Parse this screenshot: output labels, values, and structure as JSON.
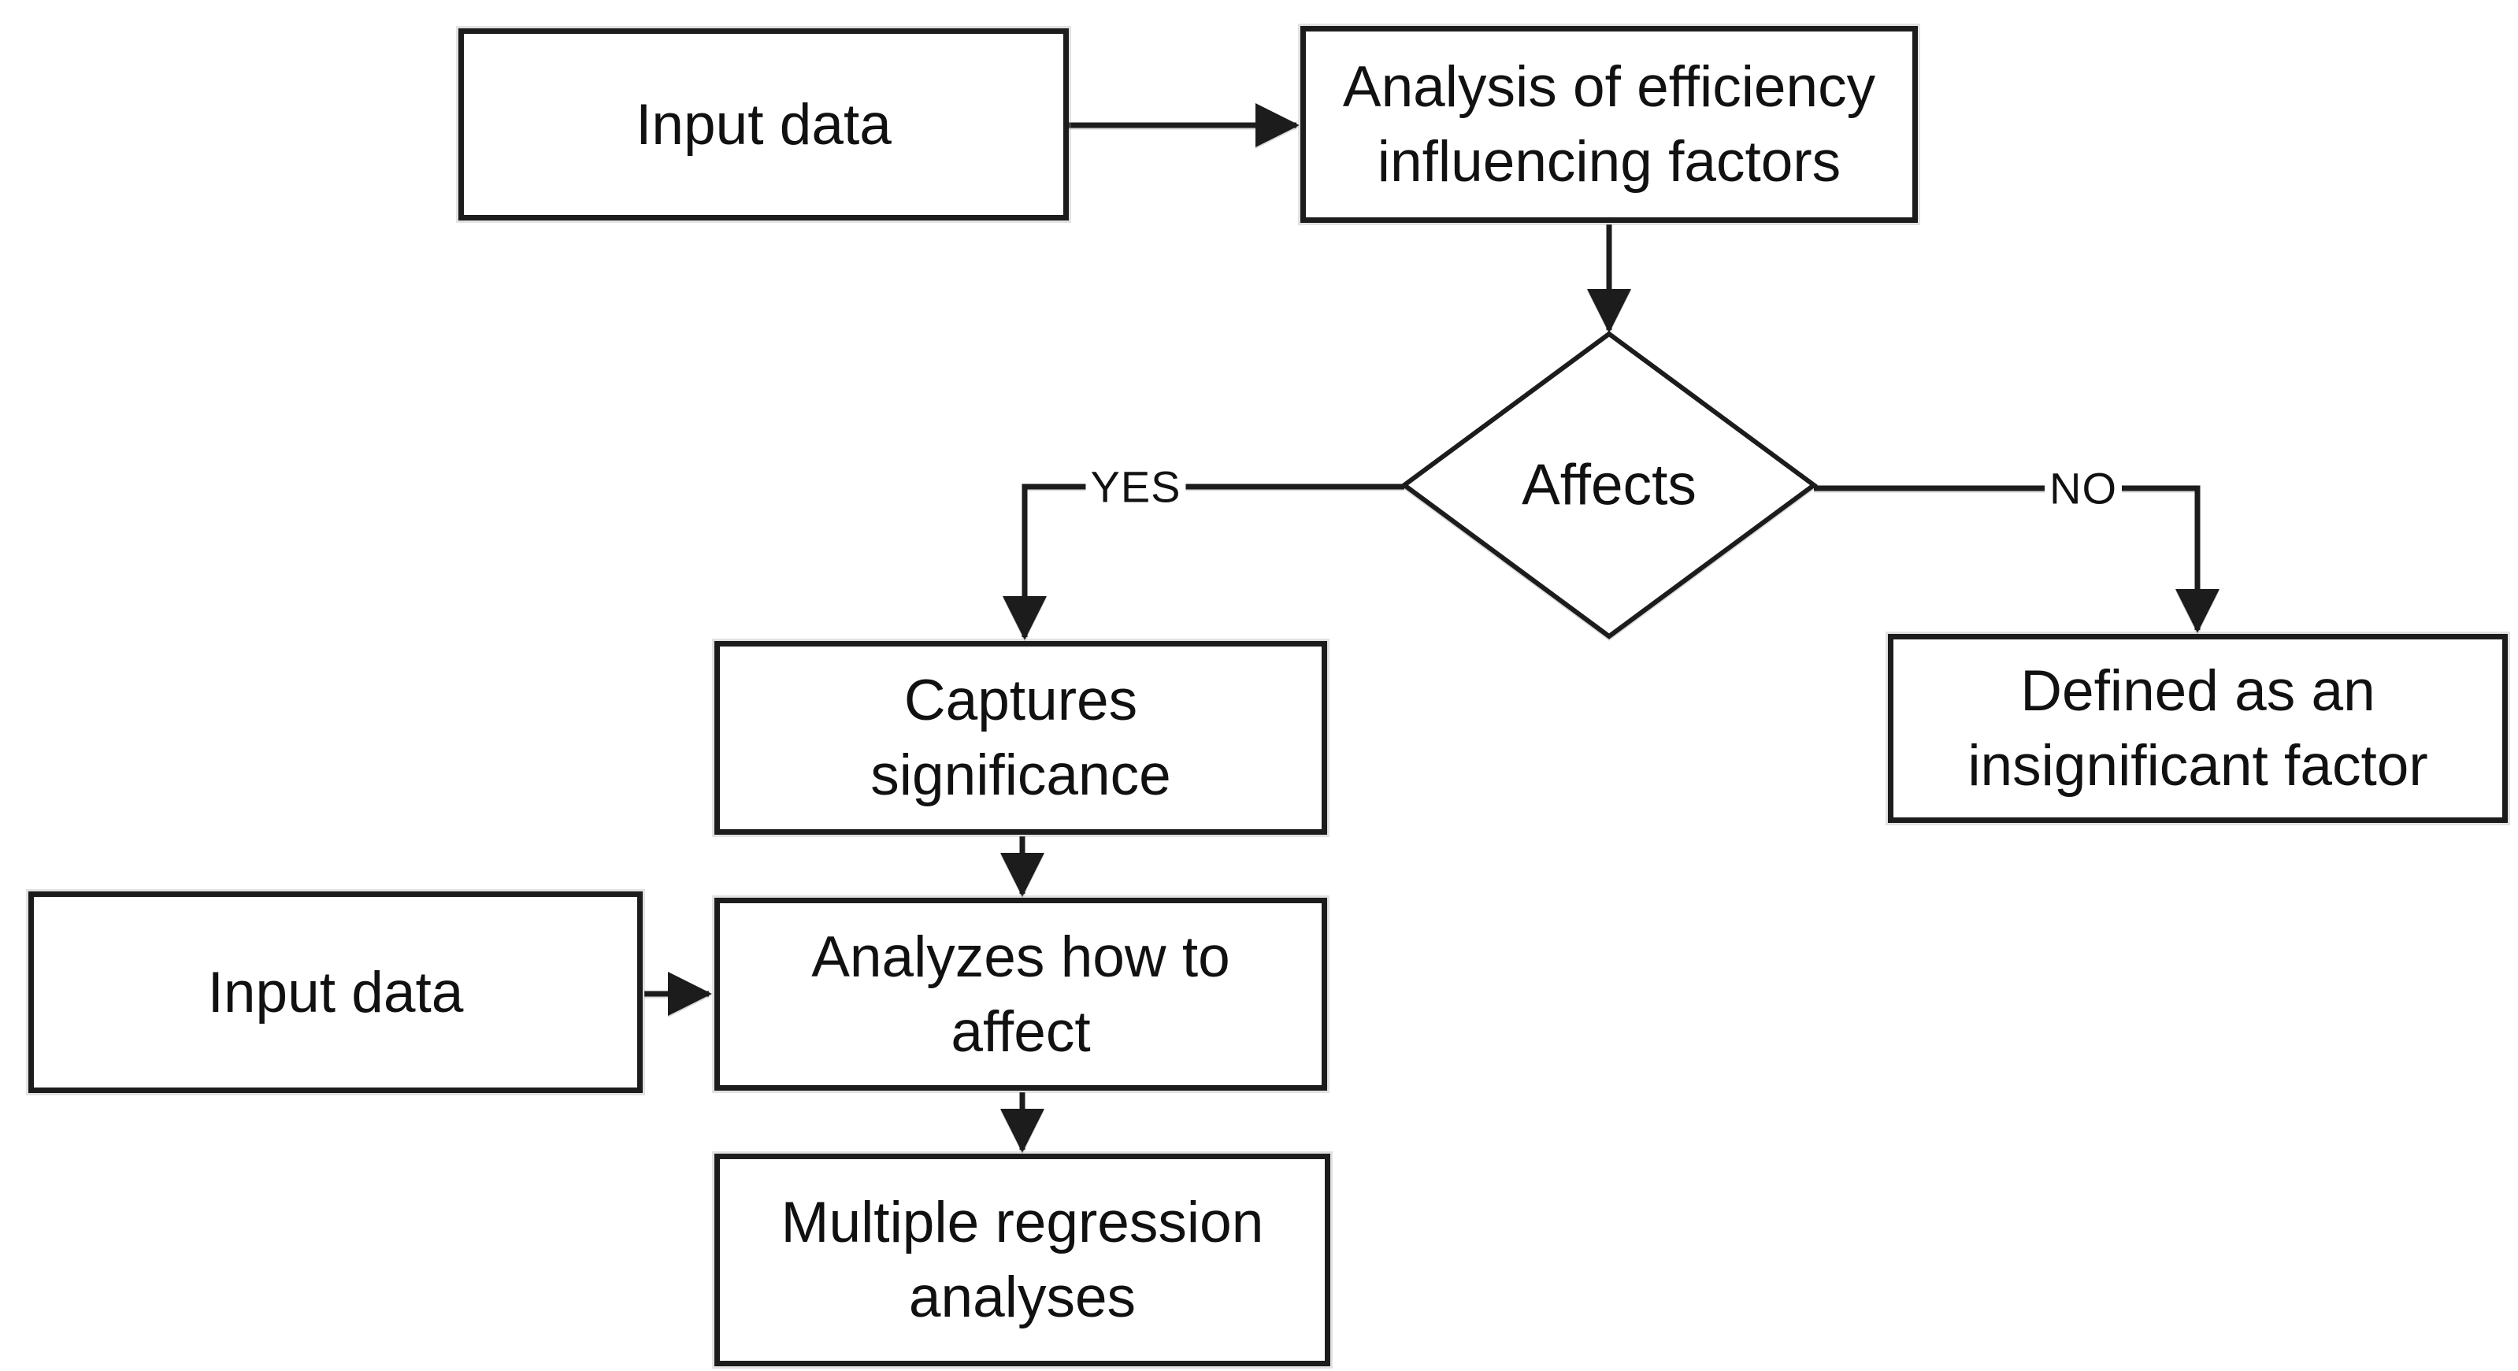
{
  "palette": {
    "background": "#ffffff",
    "line_color": "#1c1c1c",
    "text_color": "#111111"
  },
  "nodes": {
    "input_data_top": {
      "type": "process",
      "lines": [
        "Input data"
      ]
    },
    "analysis": {
      "type": "process",
      "lines": [
        "Analysis of efficiency",
        "influencing factors"
      ]
    },
    "affects": {
      "type": "decision",
      "lines": [
        "Affects"
      ]
    },
    "captures": {
      "type": "process",
      "lines": [
        "Captures",
        "significance"
      ]
    },
    "defined_insignificant": {
      "type": "process",
      "lines": [
        "Defined as an",
        "insignificant factor"
      ]
    },
    "input_data_left": {
      "type": "process",
      "lines": [
        "Input data"
      ]
    },
    "analyzes": {
      "type": "process",
      "lines": [
        "Analyzes how to",
        "affect"
      ]
    },
    "regression": {
      "type": "process",
      "lines": [
        "Multiple regression",
        "analyses"
      ]
    }
  },
  "branch_labels": {
    "yes": "YES",
    "no": "NO"
  }
}
